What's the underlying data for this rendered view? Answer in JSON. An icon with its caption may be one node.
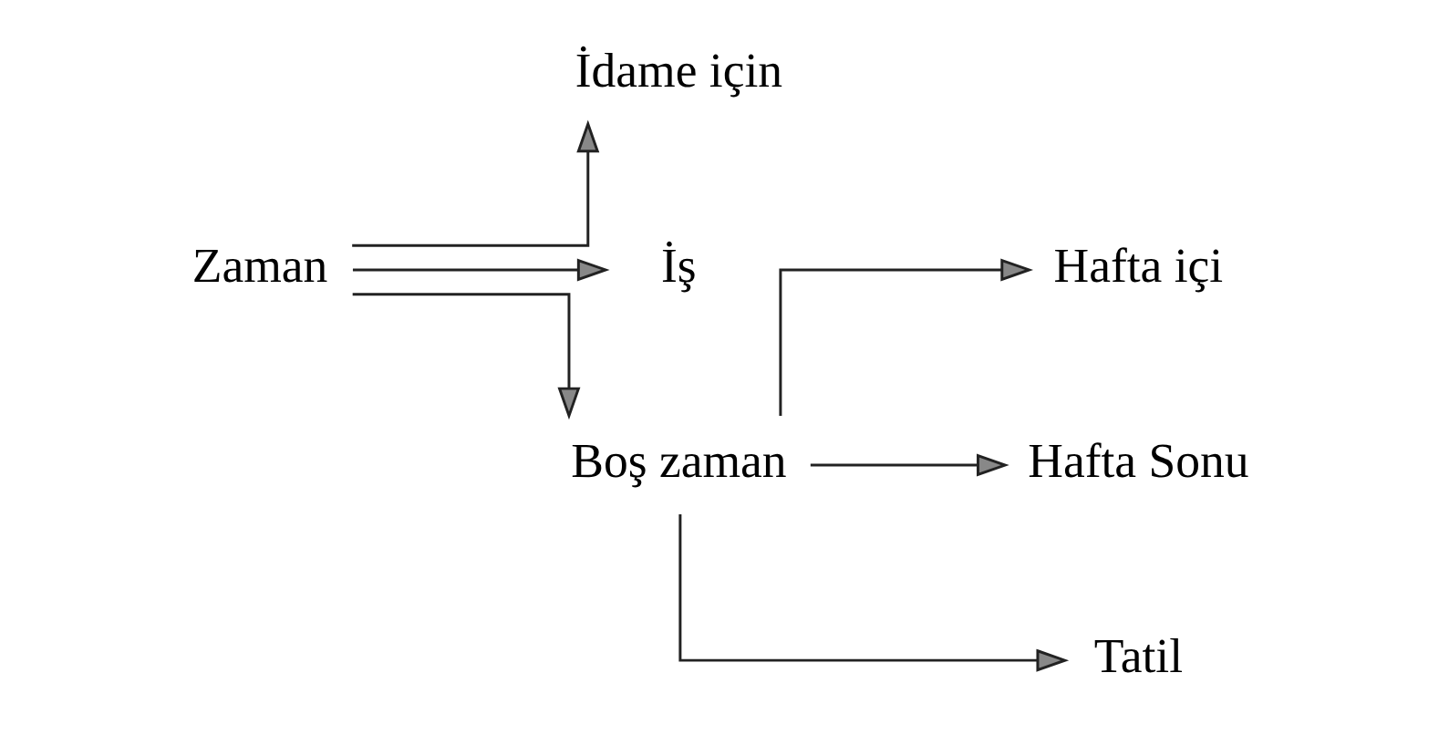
{
  "diagram": {
    "nodes": [
      {
        "text": [
          "Zaman"
        ]
      },
      {
        "text": [
          "İdame için"
        ]
      },
      {
        "text": [
          "İş"
        ]
      },
      {
        "text": [
          "Boş zaman"
        ]
      },
      {
        "text": [
          "Hafta içi"
        ]
      },
      {
        "text": [
          "Hafta Sonu"
        ]
      },
      {
        "text": [
          "Tatil"
        ]
      }
    ],
    "edges": [
      {
        "from": 0,
        "to": 1,
        "arrow": "to"
      },
      {
        "from": 0,
        "to": 2,
        "arrow": "to"
      },
      {
        "from": 0,
        "to": 3,
        "arrow": "to"
      },
      {
        "from": 3,
        "to": 4,
        "arrow": "to"
      },
      {
        "from": 3,
        "to": 5,
        "arrow": "to"
      },
      {
        "from": 3,
        "to": 6,
        "arrow": "to"
      }
    ]
  }
}
